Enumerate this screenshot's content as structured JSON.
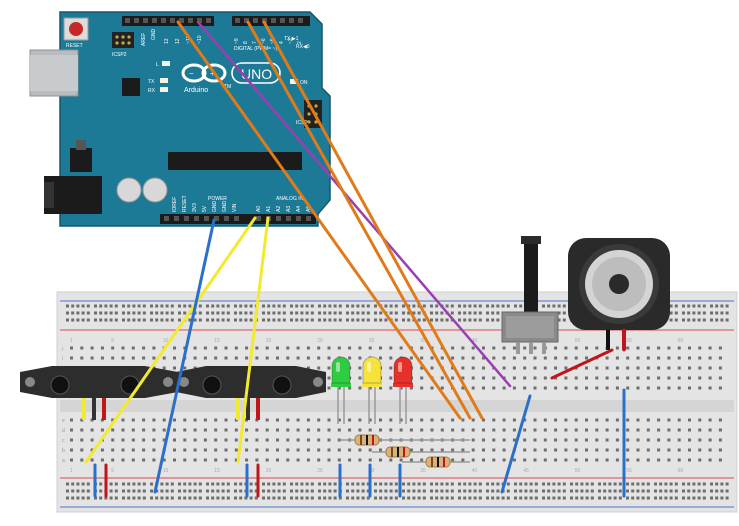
{
  "board": {
    "reset_label": "RESET",
    "icsp2_label": "ICSP2",
    "icsp_label": "ICSP",
    "l_label": "L",
    "tx_label": "TX",
    "rx_label": "RX",
    "logo_label": "UNO",
    "brand_label": "Arduino",
    "tm_label": "TM",
    "on_label": "ON",
    "digital_label": "DIGITAL (PWM= ~)",
    "power_label": "POWER",
    "analog_label": "ANALOG IN",
    "aref_label": "AREF",
    "gnd_label": "GND",
    "tx_pin_label": "TX ▶1",
    "rx_pin_label": "RX◀0",
    "digital_pins": [
      "13",
      "12",
      "~11",
      "~10",
      "~9",
      "8",
      "7",
      "~6",
      "~5",
      "4",
      "~3",
      "2"
    ],
    "power_pins": [
      "IOREF",
      "RESET",
      "3V3",
      "5V",
      "GND",
      "GND",
      "VIN"
    ],
    "analog_pins": [
      "A0",
      "A1",
      "A2",
      "A3",
      "A4",
      "A5"
    ]
  },
  "breadboard": {
    "row_letters_top": [
      "j",
      "i",
      "h",
      "g",
      "f"
    ],
    "row_letters_bottom": [
      "e",
      "d",
      "c",
      "b",
      "a"
    ],
    "column_numbers": [
      "1",
      "5",
      "10",
      "15",
      "20",
      "25",
      "30",
      "35",
      "40",
      "45",
      "50",
      "55",
      "60"
    ]
  },
  "leds": [
    {
      "name": "green",
      "color": "#2ecc40"
    },
    {
      "name": "yellow",
      "color": "#f5e23a"
    },
    {
      "name": "red",
      "color": "#e8302a"
    }
  ],
  "colors": {
    "board": "#1d7a96",
    "wire_orange": "#e07b1a",
    "wire_purple": "#9b3fb0",
    "wire_yellow": "#f2ea2e",
    "wire_blue": "#2a6fc9",
    "wire_red": "#c0151a",
    "rail_red": "#d9474f",
    "rail_blue": "#4a6fd0"
  }
}
